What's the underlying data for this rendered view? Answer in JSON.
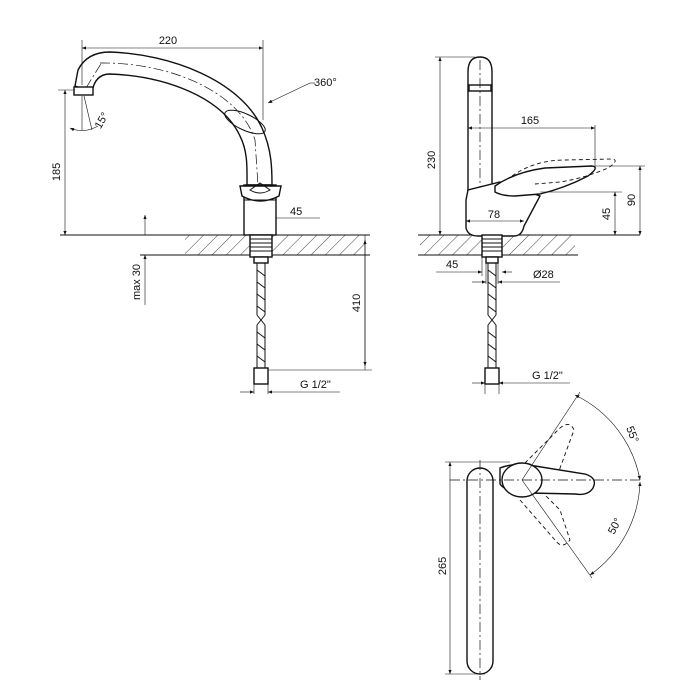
{
  "dimensions": {
    "front_width": "220",
    "rotation": "360°",
    "spout_angle": "15°",
    "front_height": "185",
    "base_diameter_front": "45",
    "max_counter": "max 30",
    "hose_length": "410",
    "thread_front": "G 1/2\"",
    "side_height": "230",
    "handle_length": "165",
    "handle_height": "90",
    "handle_mid": "45",
    "body_width": "78",
    "base_width_side": "45",
    "hole_diameter": "Ø28",
    "thread_side": "G 1/2\"",
    "angle_up": "55°",
    "angle_down": "50°",
    "top_length": "265"
  }
}
